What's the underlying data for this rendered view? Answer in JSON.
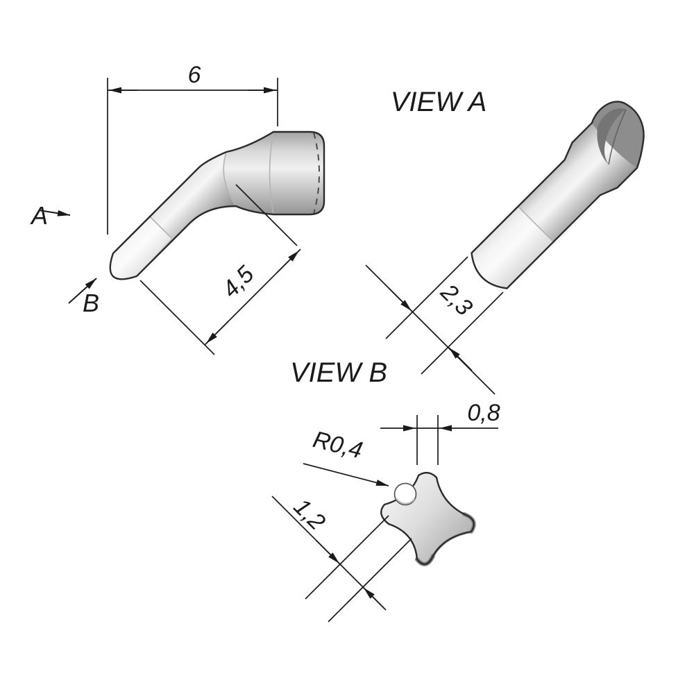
{
  "page": {
    "background": "#ffffff"
  },
  "side_view": {
    "dim_overall_length": "6",
    "dim_tip_length": "4,5",
    "view_a_arrow_label": "A",
    "view_b_arrow_label": "B"
  },
  "view_a": {
    "title": "VIEW A",
    "dim_diameter": "2,3"
  },
  "view_b": {
    "title": "VIEW B",
    "dim_tip_width": "0,8",
    "dim_radius": "R0,4",
    "dim_cross_width": "1,2"
  },
  "colors": {
    "line": "#1a1a1a",
    "metal_light": "#f5f5f5",
    "metal_mid": "#c9c9c9",
    "metal_dark": "#909090"
  }
}
